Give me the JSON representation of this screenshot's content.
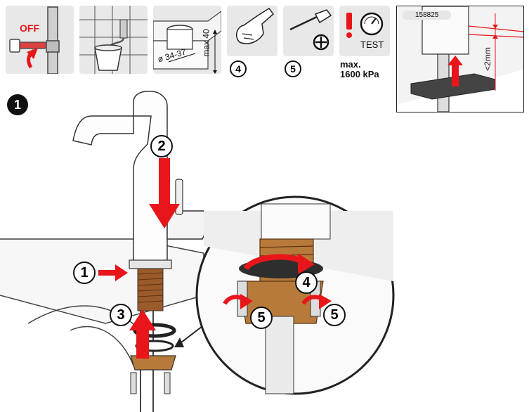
{
  "toolbar": {
    "off_label": "OFF",
    "hole_diameter": "ø 34-37",
    "thickness_max": "max 40",
    "tool_4_label": "4",
    "tool_5_label": "5",
    "test_label": "TEST",
    "pressure_line1": "max.",
    "pressure_line2": "1600 kPa"
  },
  "inset": {
    "part_number": "158825",
    "gap_label": "<2mm"
  },
  "main": {
    "step_badge": "1",
    "callout_1": "1",
    "callout_2": "2",
    "callout_3": "3",
    "detail_callout_4": "4",
    "detail_callout_5a": "5",
    "detail_callout_5b": "5"
  },
  "colors": {
    "arrow_red": "#e8161b",
    "brass": "#b87a3a",
    "panel_gray": "#e8e8e8",
    "dark_gasket": "#333333"
  }
}
